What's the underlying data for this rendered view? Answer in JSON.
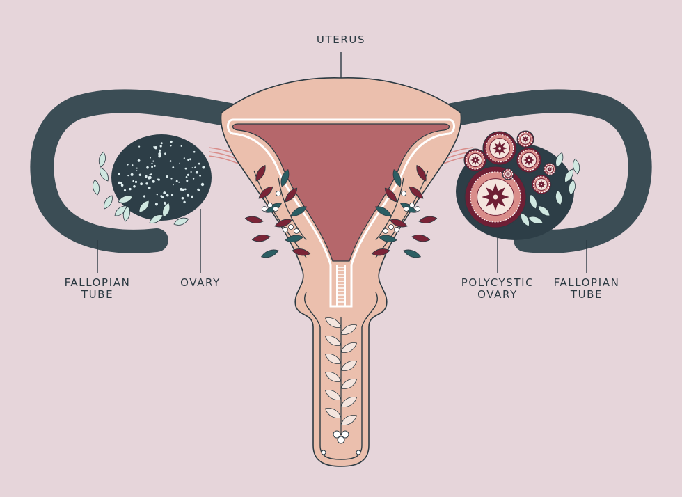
{
  "labels": {
    "uterus": "UTERUS",
    "left_fallopian": [
      "FALLOPIAN",
      "TUBE"
    ],
    "left_ovary": "OVARY",
    "right_polycystic": [
      "POLYCYSTIC",
      "OVARY"
    ],
    "right_fallopian": [
      "FALLOPIAN",
      "TUBE"
    ]
  },
  "colors": {
    "background": "#e6d5da",
    "tube": "#3b4d55",
    "uterus_outer": "#ebbfad",
    "uterus_inner": "#b5676b",
    "outline": "#2c3a42",
    "leaf_teal": "#2c5e63",
    "leaf_wine": "#7a2437",
    "leaf_pale": "#cfe7e0",
    "cyst": "#d98d8a",
    "cyst_dark": "#6e1f35"
  },
  "icons": [
    "ovary-dots-icon",
    "leaf-icon",
    "flower-icon",
    "cyst-icon"
  ]
}
